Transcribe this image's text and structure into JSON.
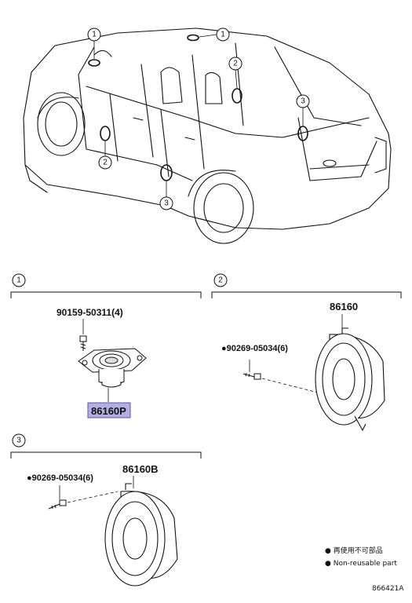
{
  "callouts": {
    "one": "1",
    "two": "2",
    "three": "3"
  },
  "section1": {
    "number": "1",
    "bolt_part": "90159-50311(4)",
    "speaker_part": "86160P"
  },
  "section2": {
    "number": "2",
    "screw_part": "●90269-05034(6)",
    "speaker_part": "86160"
  },
  "section3": {
    "number": "3",
    "screw_part": "●90269-05034(6)",
    "speaker_part": "86160B"
  },
  "legend": {
    "jp": "● 再使用不可部品",
    "en": "● Non-reusable part"
  },
  "figure_id": "866421A",
  "colors": {
    "highlight": "#b3b0e0",
    "ink": "#111111"
  }
}
